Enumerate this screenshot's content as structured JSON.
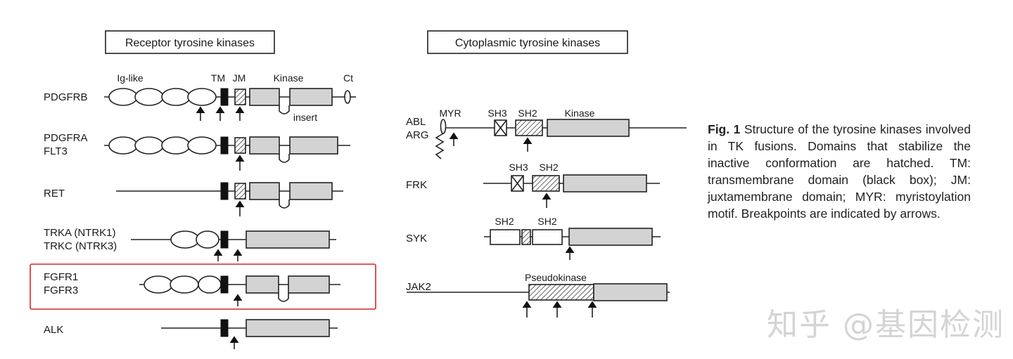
{
  "titles": {
    "receptor": "Receptor tyrosine kinases",
    "cytoplasmic": "Cytoplasmic tyrosine kinases"
  },
  "domain_labels": {
    "ig_like": "Ig-like",
    "tm": "TM",
    "jm": "JM",
    "kinase": "Kinase",
    "ct": "Ct",
    "insert": "insert",
    "myr": "MYR",
    "sh3": "SH3",
    "sh2": "SH2",
    "pseudokinase": "Pseudokinase"
  },
  "receptor_rows": [
    {
      "label": "PDGFRB"
    },
    {
      "label": "PDGFRA\nFLT3"
    },
    {
      "label": "RET"
    },
    {
      "label": "TRKA (NTRK1)\nTRKC (NTRK3)"
    },
    {
      "label": "FGFR1\nFGFR3"
    },
    {
      "label": "ALK"
    }
  ],
  "cytoplasmic_rows": [
    {
      "label": "ABL\nARG"
    },
    {
      "label": "FRK"
    },
    {
      "label": "SYK"
    },
    {
      "label": "JAK2"
    }
  ],
  "caption": {
    "label": "Fig. 1",
    "text": " Structure of the tyrosine kinases involved in TK fusions. Domains that stabilize the inactive conformation are hatched. TM: transmembrane domain (black box); JM: juxtamembrane domain; MYR: myristoylation motif. Breakpoints are indicated by arrows."
  },
  "highlight": {
    "row": "FGFR1\nFGFR3",
    "color": "#d62728"
  },
  "watermark": "知乎 @基因检测"
}
